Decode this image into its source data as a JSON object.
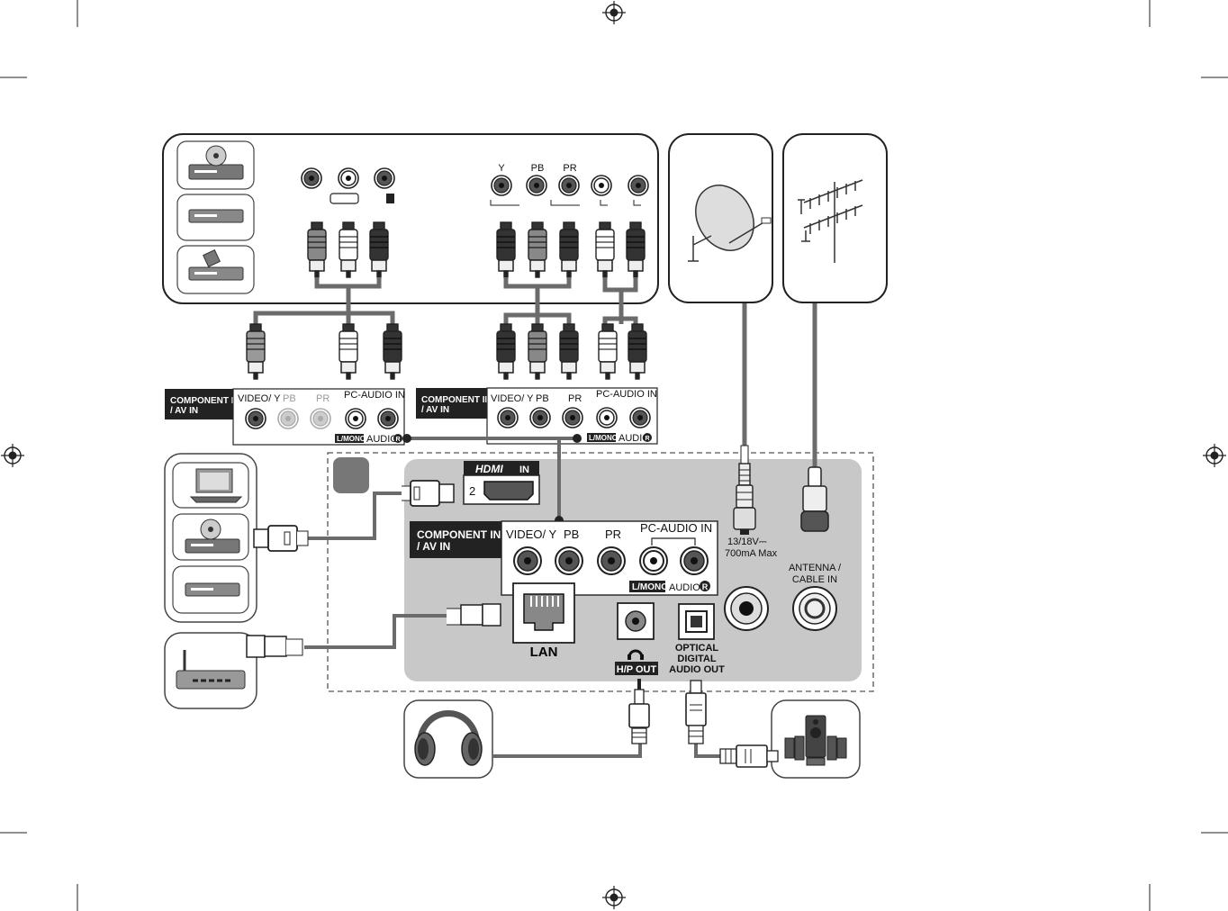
{
  "hdmi_badge": {
    "logo": "HDMI",
    "in": "IN",
    "number": "2"
  },
  "labels": {
    "component_in": "COMPONENT IN",
    "av_in": "/ AV IN",
    "video_y": "VIDEO/ Y",
    "pb": "PB",
    "pr": "PR",
    "pc_audio_in": "PC-AUDIO IN",
    "l_mono": "L/MONO",
    "audio": "AUDIO",
    "r_badge": "R",
    "y": "Y",
    "lan": "LAN",
    "hp_out": "H/P OUT",
    "optical_line1": "OPTICAL",
    "optical_line2": "DIGITAL",
    "optical_line3": "AUDIO OUT",
    "lnb_line1": "13/18V⎓",
    "lnb_line2": "700mA Max",
    "antenna_line1": "ANTENNA /",
    "antenna_line2": "CABLE IN"
  },
  "colors": {
    "panel_gray": "#c8c8c8",
    "cable_gray": "#6b6b6b",
    "dark_label": "#222222"
  },
  "devices": {
    "top_left": [
      "dvd-player-icon",
      "vcr-icon",
      "set-top-box-icon"
    ],
    "hdmi_sources": [
      "laptop-icon",
      "dvd-player-icon",
      "blu-ray-icon"
    ],
    "network": "router-icon",
    "headphones": "headphones-icon",
    "speakers": "home-theater-icon",
    "satellite": "satellite-dish-icon",
    "antenna": "antenna-icon"
  }
}
